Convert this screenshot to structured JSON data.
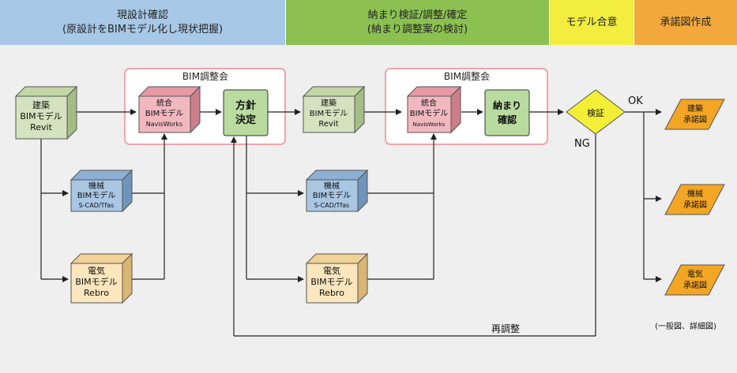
{
  "headers": {
    "current_design": {
      "line1": "現設計確認",
      "line2": "(原設計をBIMモデル化し現状把握)"
    },
    "review": {
      "line1": "納まり検証/調整/確定",
      "line2": "(納まり調整案の検討)"
    },
    "agreement": {
      "line1": "モデル合意"
    },
    "drawings": {
      "line1": "承諾図作成"
    }
  },
  "meetings": {
    "left": "BIM調整会",
    "right": "BIM調整会"
  },
  "boxes": {
    "arch1": {
      "l1": "建築",
      "l2": "BIMモデル",
      "l3": "Revit"
    },
    "mech1": {
      "l1": "機械",
      "l2": "BIMモデル",
      "l3": "S-CAD/Tfas"
    },
    "elec1": {
      "l1": "電気",
      "l2": "BIMモデル",
      "l3": "Rebro"
    },
    "int1": {
      "l1": "統合",
      "l2": "BIMモデル",
      "l3": "NavisWorks"
    },
    "arch2": {
      "l1": "建築",
      "l2": "BIMモデル",
      "l3": "Revit"
    },
    "mech2": {
      "l1": "機械",
      "l2": "BIMモデル",
      "l3": "S-CAD/Tfas"
    },
    "elec2": {
      "l1": "電気",
      "l2": "BIMモデル",
      "l3": "Rebro"
    },
    "int2": {
      "l1": "統合",
      "l2": "BIMモデル",
      "l3": "NavisWorks"
    }
  },
  "decisions": {
    "policy": {
      "l1": "方針",
      "l2": "決定"
    },
    "fit": {
      "l1": "納まり",
      "l2": "確認"
    }
  },
  "verify": "検証",
  "ok": "OK",
  "ng": "NG",
  "readjust": "再調整",
  "outputs": {
    "arch": {
      "l1": "建築",
      "l2": "承諾図"
    },
    "mech": {
      "l1": "機械",
      "l2": "承諾図"
    },
    "elec": {
      "l1": "電気",
      "l2": "承諾図"
    }
  },
  "note": "(一般図、詳細図)",
  "colors": {
    "arch": "#d4e2bf",
    "mech": "#a9c6e3",
    "elec": "#fbe6bd",
    "integrated": "#f2b8c0",
    "decision": "#b9dba0",
    "verify": "#f3ef36",
    "output": "#f3a524"
  }
}
